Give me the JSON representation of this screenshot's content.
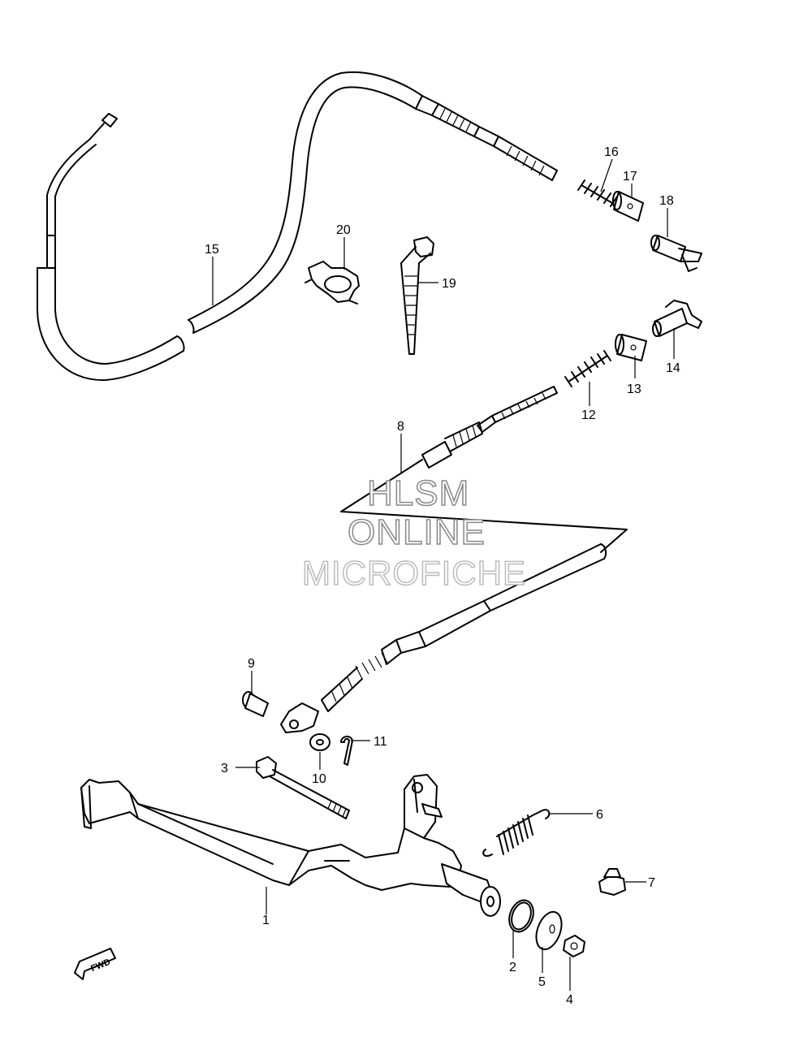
{
  "watermark": {
    "line1": "HLSM",
    "line2": "ONLINE",
    "line3": "MICROFICHE"
  },
  "fwd_arrow_label": "FWD",
  "callouts": [
    "1",
    "2",
    "3",
    "4",
    "5",
    "6",
    "7",
    "8",
    "9",
    "10",
    "11",
    "12",
    "13",
    "14",
    "15",
    "16",
    "17",
    "18",
    "19",
    "20"
  ]
}
